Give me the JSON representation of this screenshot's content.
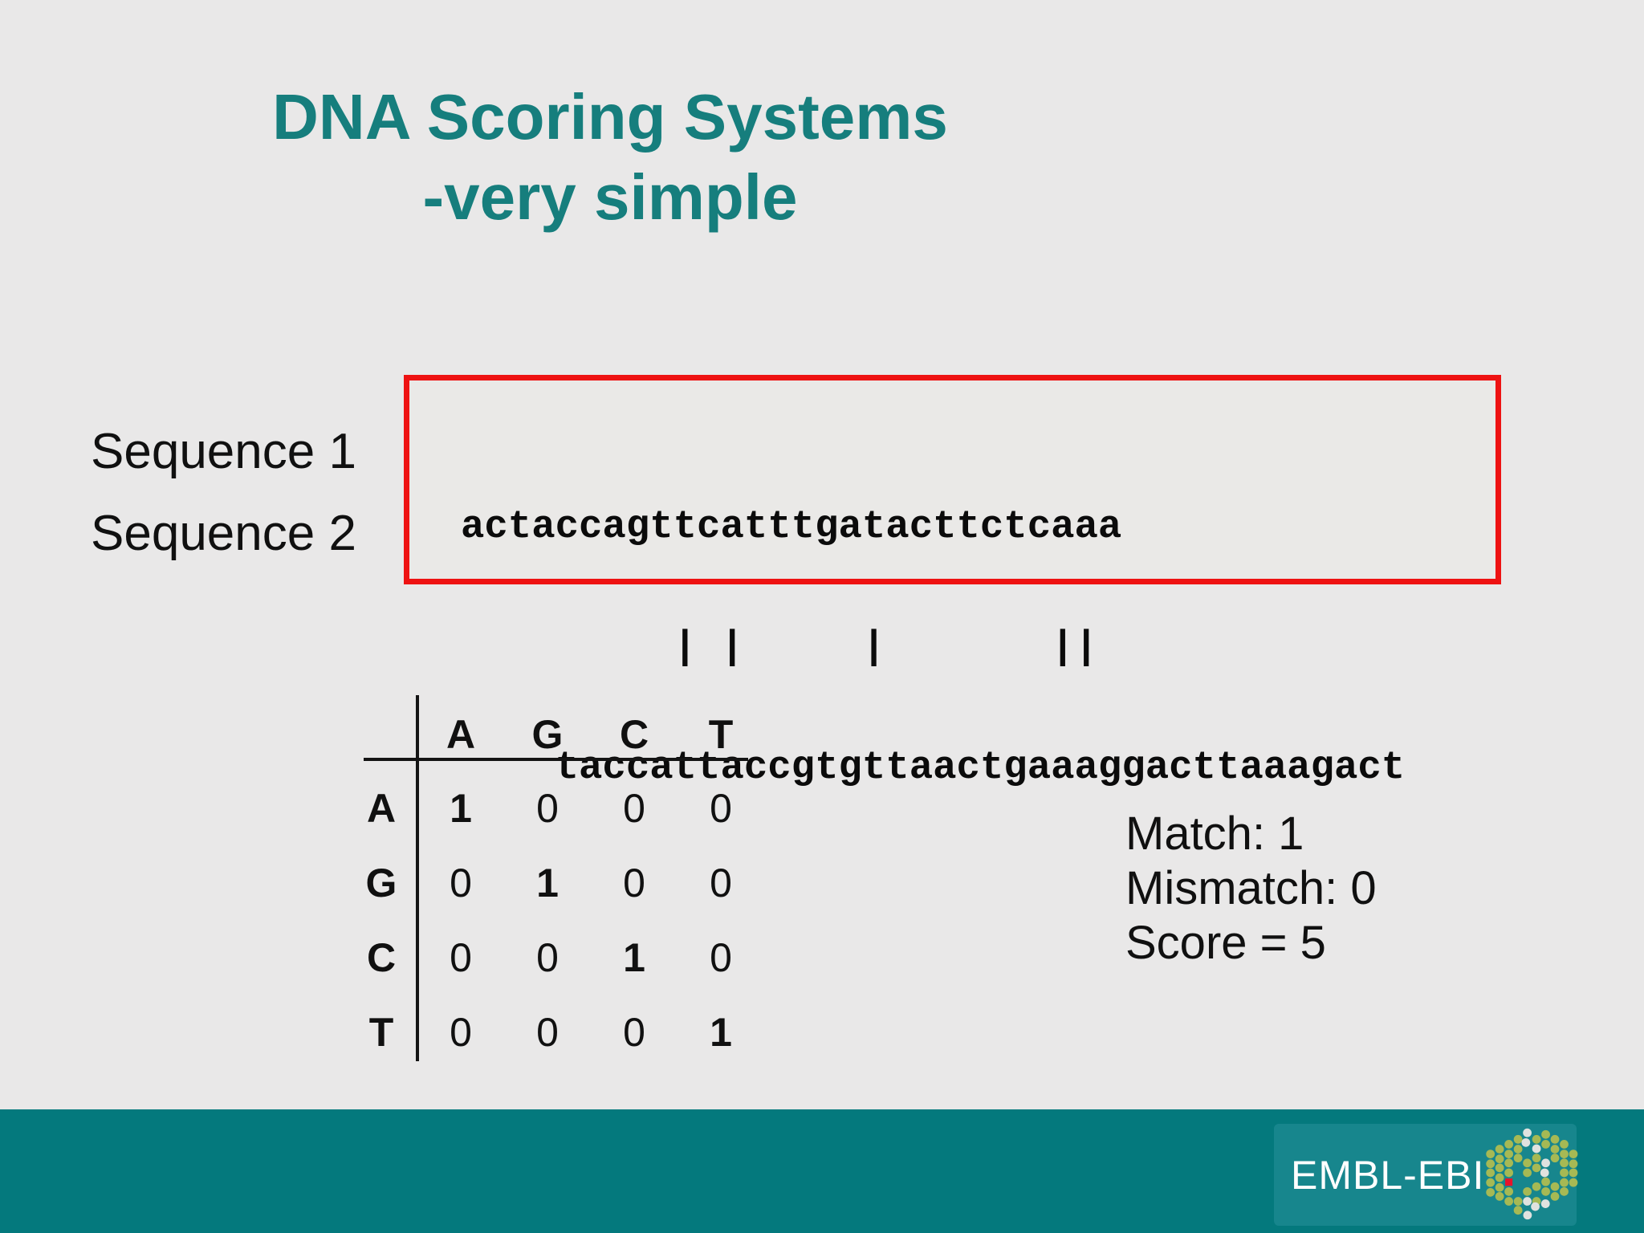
{
  "slide": {
    "title": {
      "line1": "DNA Scoring Systems",
      "line2": "-very simple"
    },
    "sequence_labels": [
      "Sequence 1",
      "Sequence 2"
    ],
    "alignment": {
      "sequence1": "actaccagttcatttgatacttctcaaa",
      "match_marks": "         | |     |       ||",
      "sequence2": "    taccattaccgtgttaactgaaaggacttaaagact"
    },
    "matrix": {
      "col_headers": [
        "A",
        "G",
        "C",
        "T"
      ],
      "rows": [
        {
          "label": "A",
          "values": [
            1,
            0,
            0,
            0
          ]
        },
        {
          "label": "G",
          "values": [
            0,
            1,
            0,
            0
          ]
        },
        {
          "label": "C",
          "values": [
            0,
            0,
            1,
            0
          ]
        },
        {
          "label": "T",
          "values": [
            0,
            0,
            0,
            1
          ]
        }
      ]
    },
    "scoring": {
      "match_label": "Match: 1",
      "mismatch_label": "Mismatch: 0",
      "score_label": "Score = 5"
    },
    "footer": {
      "logo_text": "EMBL-EBI"
    },
    "colors": {
      "title_teal": "#167e7d",
      "highlight_red": "#ee1212",
      "footer_teal": "#04797d",
      "logo_panel_teal": "#17868d",
      "logo_green": "#a6b954",
      "logo_grey": "#e0e2df",
      "logo_accent_red": "#e8132b",
      "background": "#e9e8e8"
    }
  }
}
